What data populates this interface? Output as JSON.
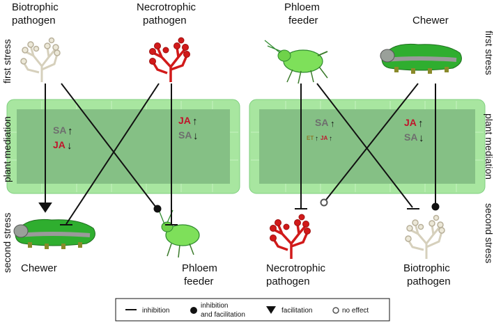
{
  "top_labels": {
    "biotrophic": [
      "Biotrophic",
      "pathogen"
    ],
    "necrotrophic": [
      "Necrotrophic",
      "pathogen"
    ],
    "phloem": [
      "Phloem",
      "feeder"
    ],
    "chewer": "Chewer"
  },
  "bottom_labels": {
    "chewer": "Chewer",
    "phloem": [
      "Phloem",
      "feeder"
    ],
    "necrotrophic": [
      "Necrotrophic",
      "pathogen"
    ],
    "biotrophic": [
      "Biotrophic",
      "pathogen"
    ]
  },
  "side_labels": {
    "first_stress": "first stress",
    "plant_mediation": "plant mediation",
    "second_stress": "second stress"
  },
  "hormones": {
    "sa": "SA",
    "ja": "JA",
    "et": "ET",
    "up": "↑",
    "down": "↓"
  },
  "legend": {
    "inhibition": "inhibition",
    "inhibition_facilitation_1": "inhibition",
    "inhibition_facilitation_2": "and facilitation",
    "facilitation": "facilitation",
    "no_effect": "no effect"
  },
  "colors": {
    "cell_fill": "#8fd68f",
    "cell_stroke": "#5fbf5f",
    "sa_gray": "#6e6e6e",
    "ja_red": "#c0142b",
    "et_olive": "#8a7a2a",
    "necro_red": "#d11a1a",
    "bio_beige": "#e7e2d2",
    "insect_green": "#2fae2f"
  }
}
